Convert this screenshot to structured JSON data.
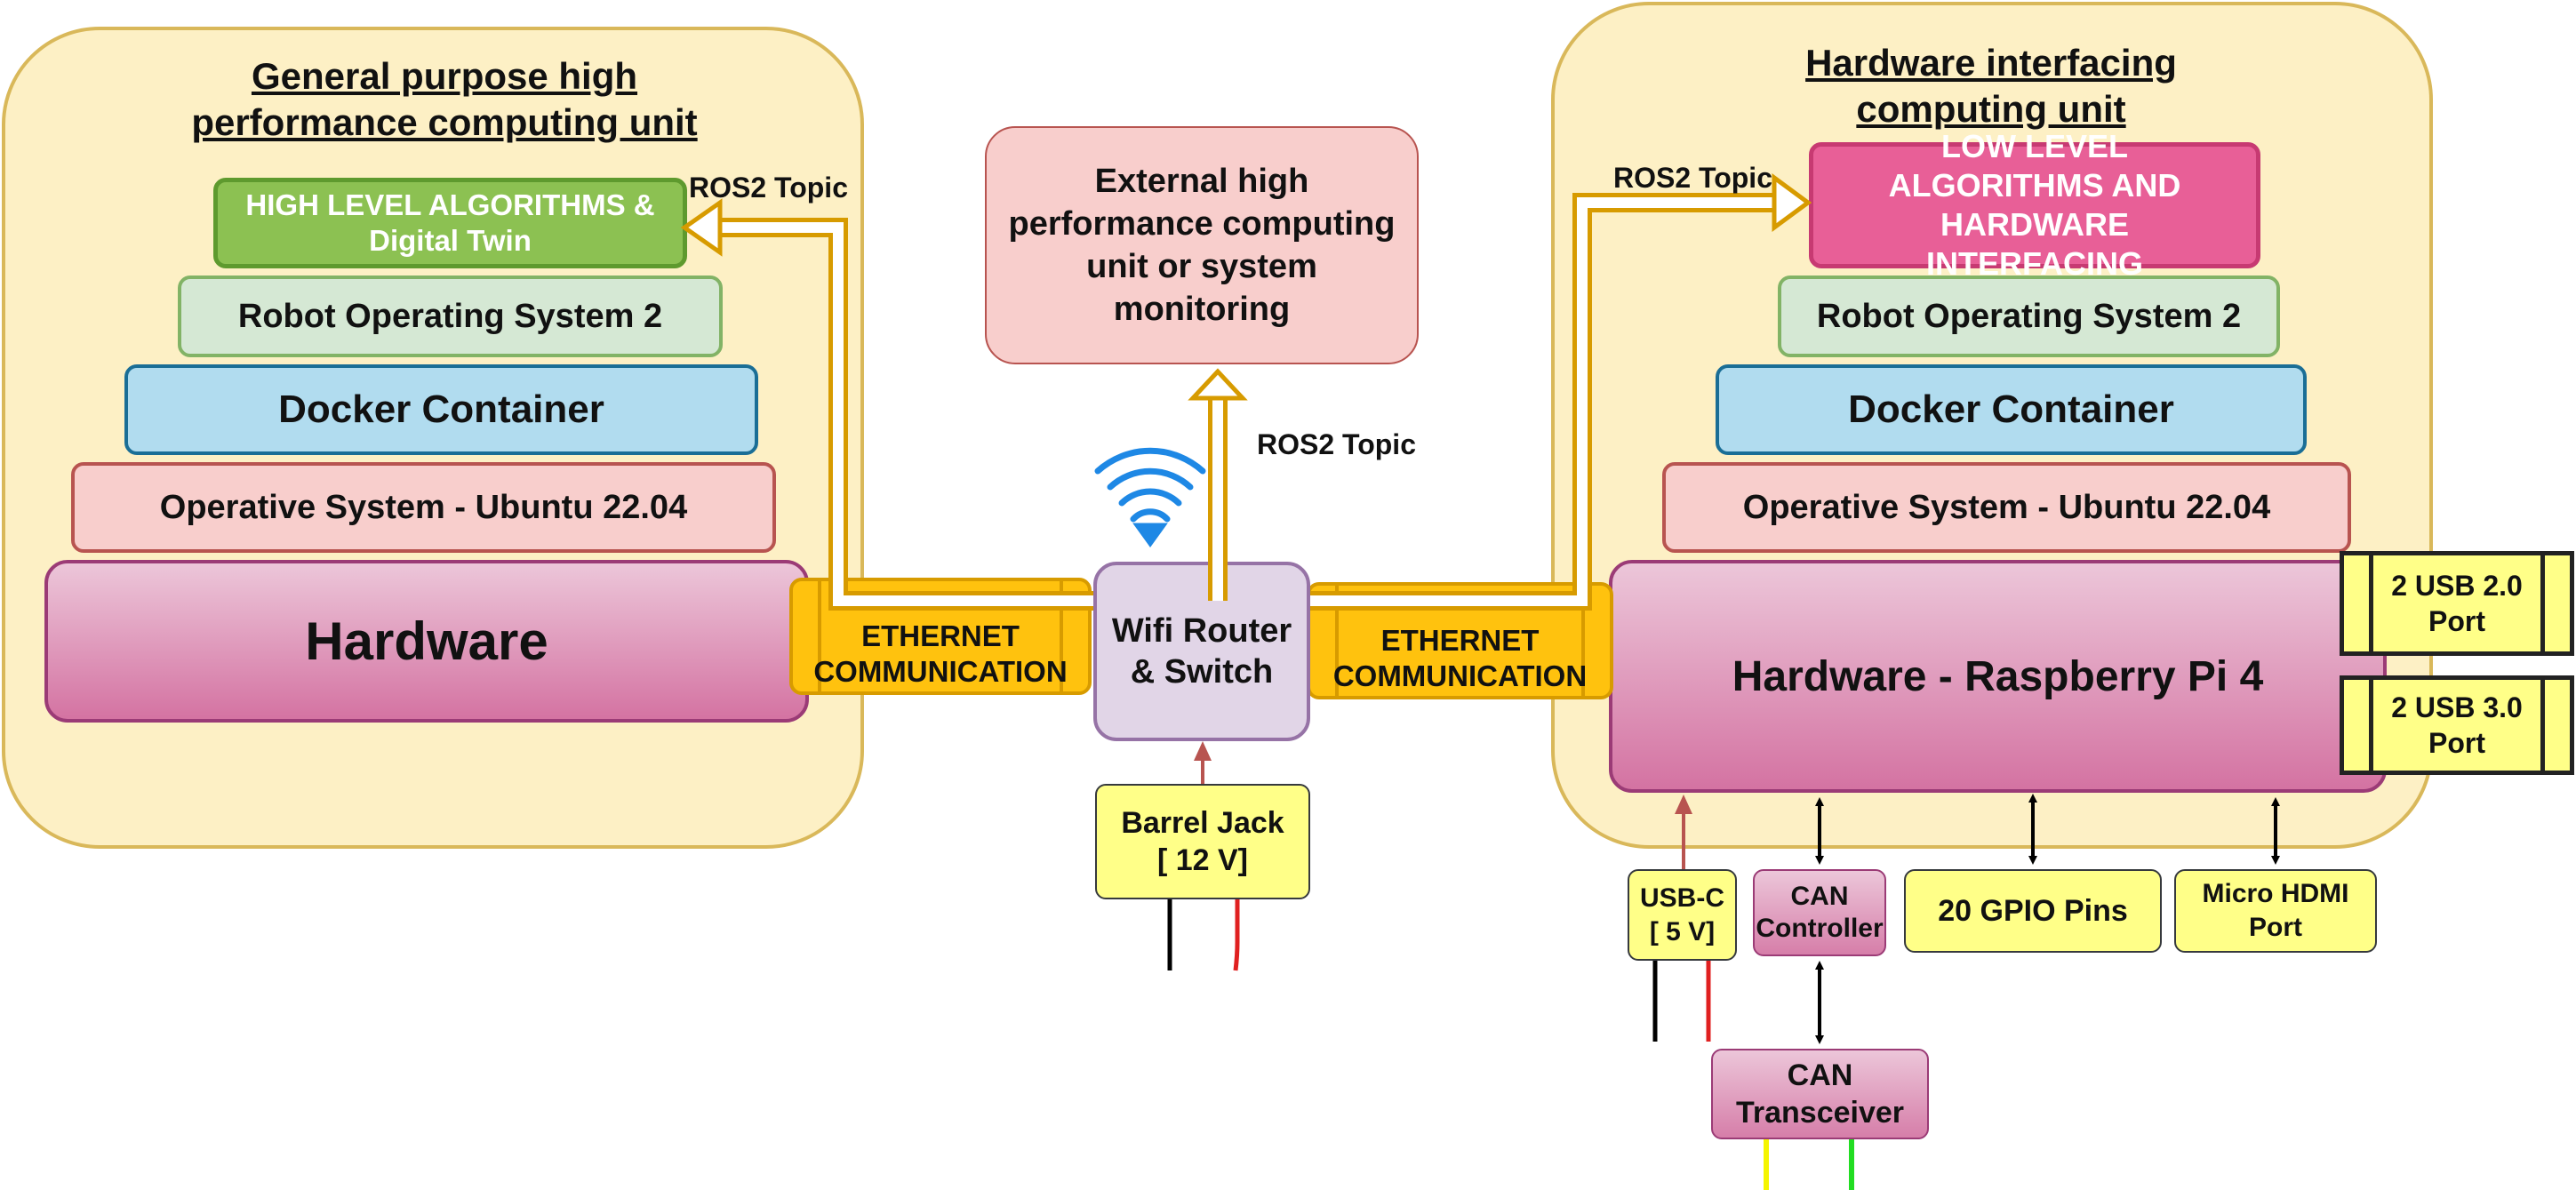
{
  "left_unit": {
    "title": "General purpose high performance computing unit",
    "high_level": "HIGH LEVEL ALGORITHMS & Digital Twin",
    "ros": "Robot Operating System 2",
    "docker": "Docker Container",
    "os": "Operative System - Ubuntu 22.04",
    "hardware": "Hardware"
  },
  "right_unit": {
    "title": "Hardware interfacing computing unit",
    "low_level": "LOW LEVEL ALGORITHMS AND HARDWARE INTERFACING",
    "ros": "Robot Operating System 2",
    "docker": "Docker Container",
    "os": "Operative System - Ubuntu 22.04",
    "hardware": "Hardware - Raspberry Pi 4",
    "usb2": "2 USB 2.0 Port",
    "usb3": "2 USB 3.0 Port"
  },
  "center": {
    "external": "External high performance computing unit or system monitoring",
    "router": "Wifi Router & Switch",
    "barrel_jack": "Barrel Jack [ 12 V]",
    "eth_left": "ETHERNET COMMUNICATION",
    "eth_right": "ETHERNET COMMUNICATION"
  },
  "topics": {
    "left": "ROS2 Topic",
    "center": "ROS2 Topic",
    "right": "ROS2 Topic"
  },
  "peripherals": {
    "usbc": "USB-C [ 5 V]",
    "can_controller": "CAN Controller",
    "gpio": "20 GPIO Pins",
    "hdmi": "Micro HDMI Port",
    "can_transceiver": "CAN Transceiver"
  },
  "colors": {
    "panel_fill": "#fdf0c5",
    "ethernet": "#ffc20e",
    "arrow_orange": "#d79b00",
    "power_red": "#e02020",
    "wifi_blue": "#1e88e5"
  }
}
